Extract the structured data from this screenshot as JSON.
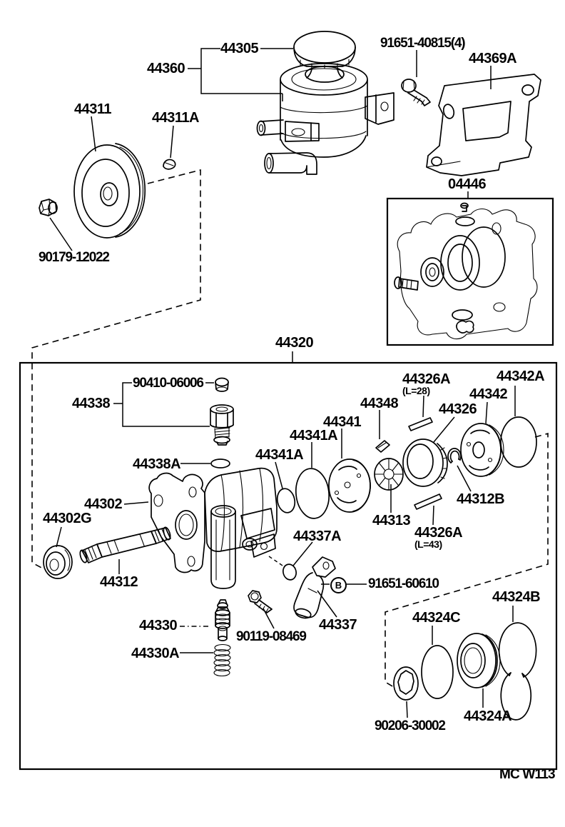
{
  "footer": {
    "code": "MC W113"
  },
  "callouts": {
    "b": "B"
  },
  "labels": {
    "l44305": "44305",
    "l44360": "44360",
    "l91651_40815": "91651-40815(4)",
    "l44369a": "44369A",
    "l44311": "44311",
    "l44311a": "44311A",
    "l90179_12022": "90179-12022",
    "l04446": "04446",
    "l44320": "44320",
    "l90410_06006": "90410-06006",
    "l44338": "44338",
    "l44338a": "44338A",
    "l44326a_28": "44326A",
    "l44326a_28_sub": "(L=28)",
    "l44342a": "44342A",
    "l44348": "44348",
    "l44342": "44342",
    "l44326": "44326",
    "l44341": "44341",
    "l44341a_upper": "44341A",
    "l44341a_lower": "44341A",
    "l44302": "44302",
    "l44302g": "44302G",
    "l44313": "44313",
    "l44312b": "44312B",
    "l44326a_43": "44326A",
    "l44326a_43_sub": "(L=43)",
    "l44312": "44312",
    "l44337a": "44337A",
    "l91651_60610": "91651-60610",
    "l44330": "44330",
    "l90119_08469": "90119-08469",
    "l44337": "44337",
    "l44330a": "44330A",
    "l44324b": "44324B",
    "l44324c": "44324C",
    "l44324a": "44324A",
    "l90206_30002": "90206-30002"
  }
}
